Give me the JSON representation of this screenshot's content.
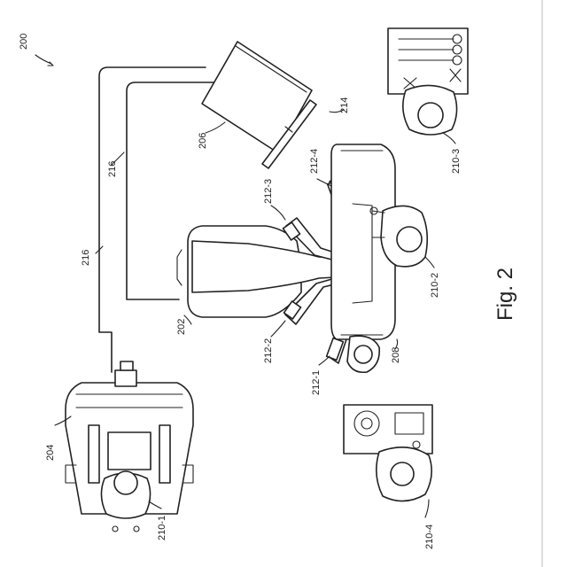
{
  "figure": {
    "ref": "200",
    "caption": "Fig. 2"
  },
  "labels": {
    "surgeon_console": "204",
    "patient_side_cart": "202",
    "display_monitor": "206",
    "monitor_arm": "214",
    "cable_outer": "216",
    "cable_inner": "216",
    "operating_table": "208",
    "arm_1": "212-1",
    "arm_2": "212-2",
    "arm_3": "212-3",
    "arm_4": "212-4",
    "person_1": "210-1",
    "person_2": "210-2",
    "person_3": "210-3",
    "person_4": "210-4"
  }
}
